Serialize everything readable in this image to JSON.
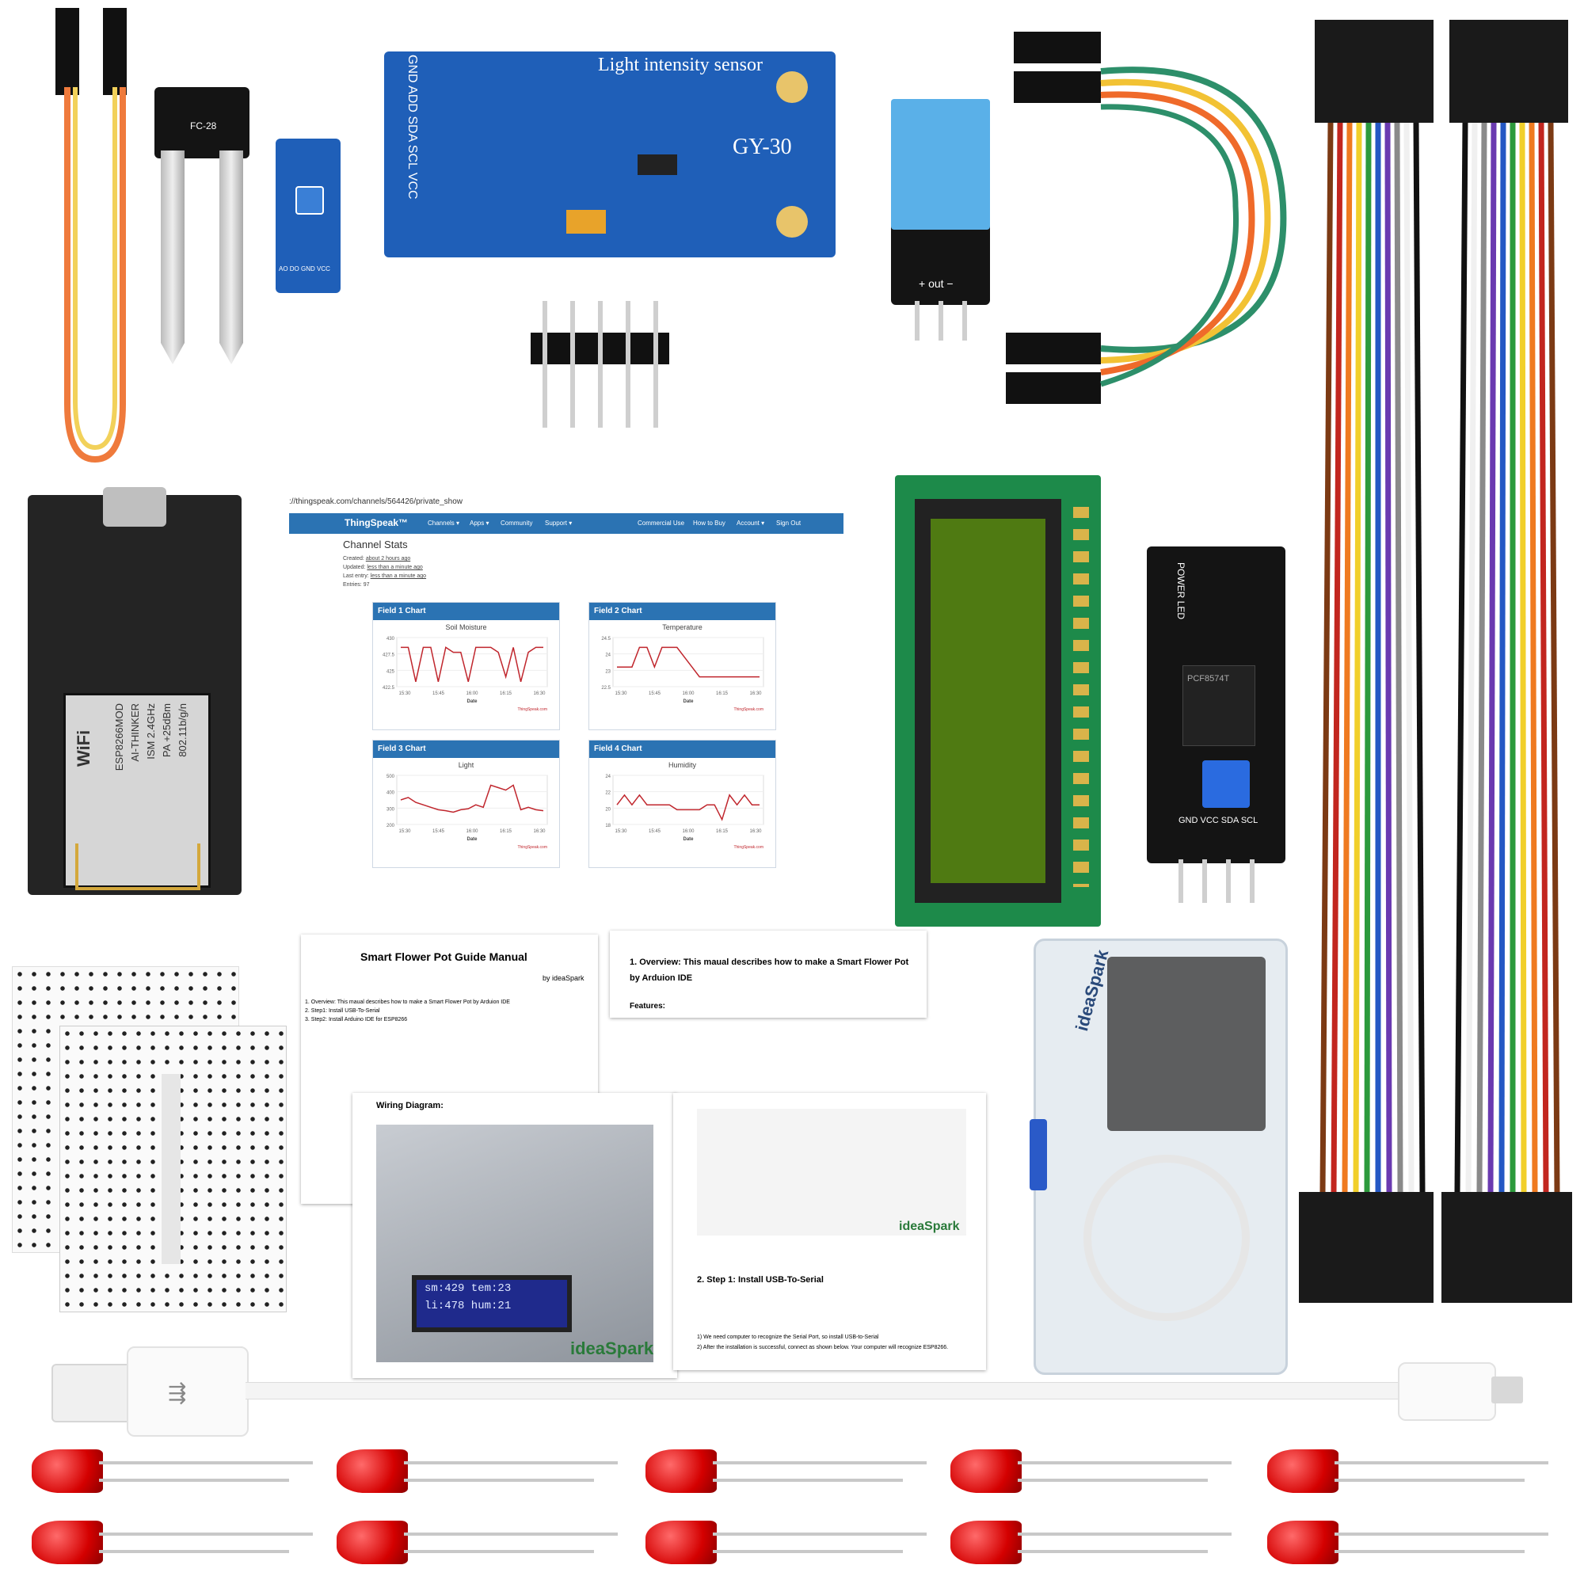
{
  "light_sensor": {
    "title": "Light intensity sensor",
    "model": "GY-30",
    "pins": "GND ADD SDA SCL VCC"
  },
  "moisture_probe": {
    "model": "FC-28"
  },
  "moisture_module": {
    "pins": "AO DO GND VCC"
  },
  "dht11": {
    "pins": "+ out −"
  },
  "thingspeak": {
    "url": "://thingspeak.com/channels/564426/private_show",
    "brand": "ThingSpeak™",
    "nav": [
      "Channels ▾",
      "Apps ▾",
      "Community",
      "Support ▾"
    ],
    "nav_right": [
      "Commercial Use",
      "How to Buy",
      "Account ▾",
      "Sign Out"
    ],
    "heading": "Channel Stats",
    "stats": [
      {
        "label": "Created:",
        "value": "about 2 hours ago"
      },
      {
        "label": "Updated:",
        "value": "less than a minute ago"
      },
      {
        "label": "Last entry:",
        "value": "less than a minute ago"
      },
      {
        "label": "Entries:",
        "value": "97"
      }
    ],
    "charts": [
      {
        "card": "Field 1 Chart",
        "title": "Soil Moisture",
        "yticks": [
          "430",
          "427.5",
          "425",
          "422.5"
        ],
        "color": "#c0262d"
      },
      {
        "card": "Field 2 Chart",
        "title": "Temperature",
        "yticks": [
          "24.5",
          "24",
          "23",
          "22.5"
        ],
        "color": "#c0262d"
      },
      {
        "card": "Field 3 Chart",
        "title": "Light",
        "yticks": [
          "500",
          "400",
          "300",
          "200"
        ],
        "color": "#c0262d"
      },
      {
        "card": "Field 4 Chart",
        "title": "Humidity",
        "yticks": [
          "24",
          "22",
          "20",
          "18"
        ],
        "color": "#c0262d"
      }
    ],
    "xticks": [
      "15:30",
      "15:45",
      "16:00",
      "16:15",
      "16:30"
    ],
    "xlabel": "Date",
    "credit": "ThingSpeak.com"
  },
  "nodemcu": {
    "wifi": "WiFi",
    "module": "ESP8266MOD",
    "vendor": "AI-THINKER",
    "ism": "ISM 2.4GHz",
    "pa": "PA +25dBm",
    "std": "802.11b/g/n"
  },
  "i2c_backpack": {
    "labels": "POWER LED",
    "chip": "PCF8574T",
    "pins": "GND VCC SDA SCL"
  },
  "manual": {
    "title": "Smart Flower Pot Guide Manual",
    "author": "by ideaSpark",
    "toc": [
      "1. Overview: This maual describes how to make a Smart Flower Pot by Arduion IDE",
      "2. Step1: Install USB-To-Serial",
      "3. Step2: Install Arduino IDE for ESP8266"
    ],
    "overview": "1.  Overview:  This maual describes how to make a Smart Flower Pot by Arduion IDE",
    "features": "Features:",
    "wiring": "Wiring Diagram:",
    "lcd_line1": "sm:429 tem:23",
    "lcd_line2": "li:478 hum:21",
    "brand": "ideaSpark",
    "step1": "2.  Step 1: Install USB-To-Serial",
    "step1_text": "1) We need computer to recognize the Serial Port, so install USB-to-Serial",
    "step1_text2": "2) After the installation is successful, connect as shown below. Your computer will recognize ESP8266."
  },
  "box": {
    "brand": "ideaSpark"
  }
}
